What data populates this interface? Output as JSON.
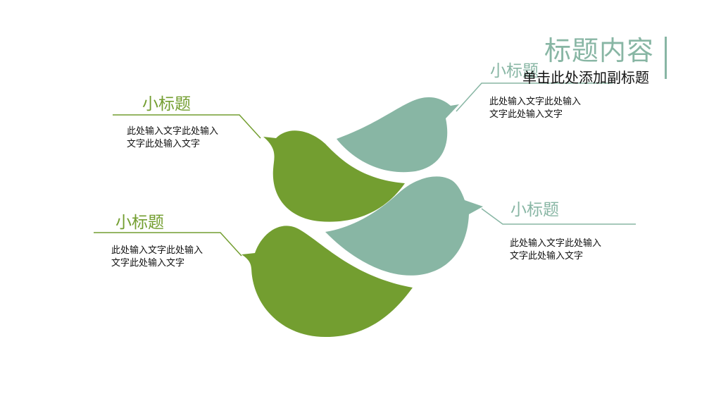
{
  "slide": {
    "title": "标题内容",
    "subtitle": "单击此处添加副标题"
  },
  "colors": {
    "green": "#739e30",
    "teal": "#88b6a4"
  },
  "items": [
    {
      "heading": "小标题",
      "body": "此处输入文字此处输入文字此处输入文字"
    },
    {
      "heading": "小标题",
      "body": "此处输入文字此处输入文字此处输入文字"
    },
    {
      "heading": "小标题",
      "body": "此处输入文字此处输入文字此处输入文字"
    },
    {
      "heading": "小标题",
      "body": "此处输入文字此处输入文字此处输入文字"
    }
  ]
}
